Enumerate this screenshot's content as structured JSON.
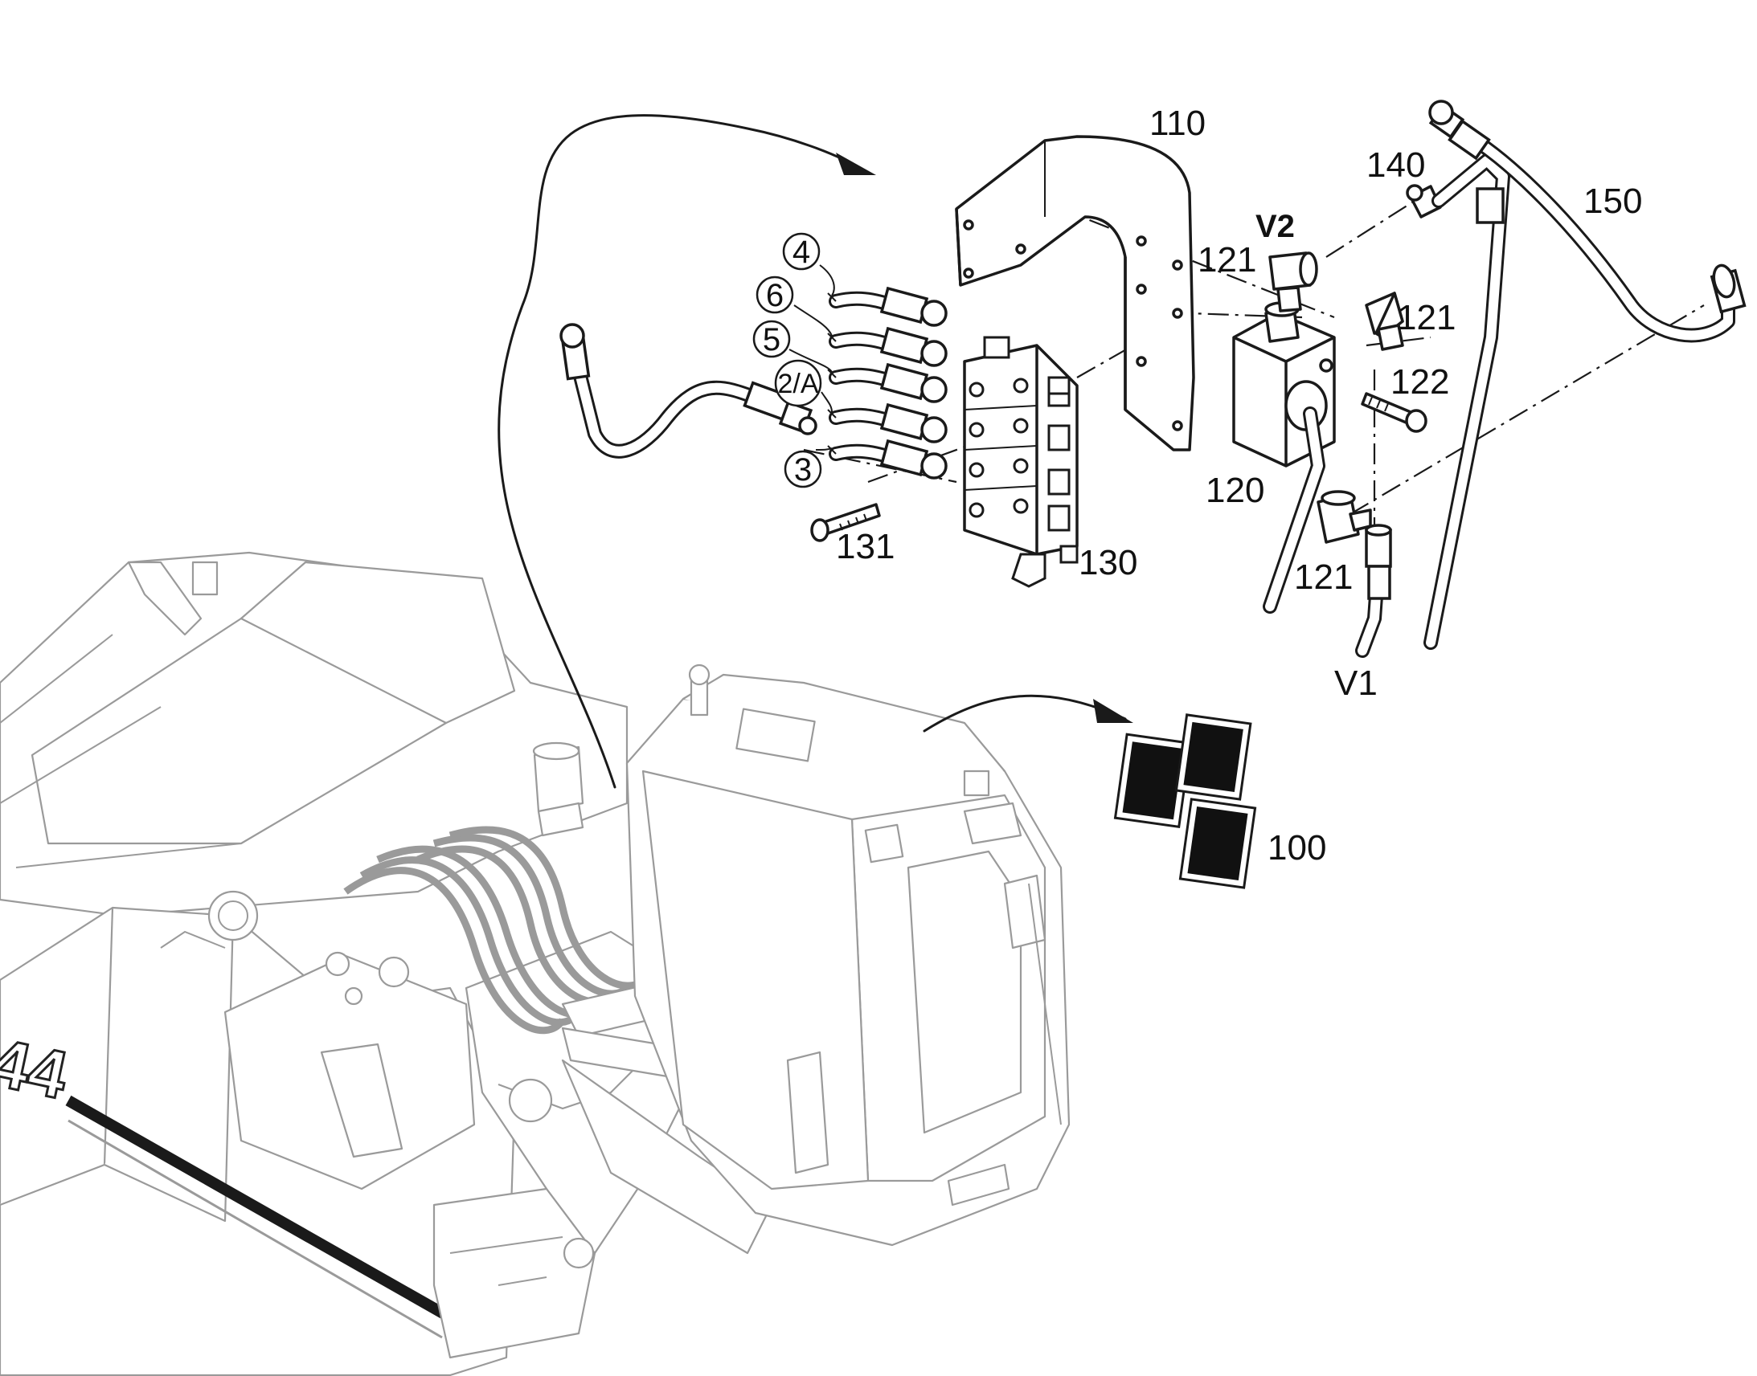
{
  "callouts": {
    "p100": "100",
    "p110": "110",
    "p120": "120",
    "p121a": "121",
    "p121b": "121",
    "p121c": "121",
    "p122": "122",
    "p130": "130",
    "p131": "131",
    "p140": "140",
    "p150": "150",
    "v1": "V1",
    "v2": "V2"
  },
  "circled_outlets": {
    "o4": "4",
    "o6": "6",
    "o5": "5",
    "o2a": "2/A",
    "o3": "3"
  },
  "machine_badge": "44"
}
